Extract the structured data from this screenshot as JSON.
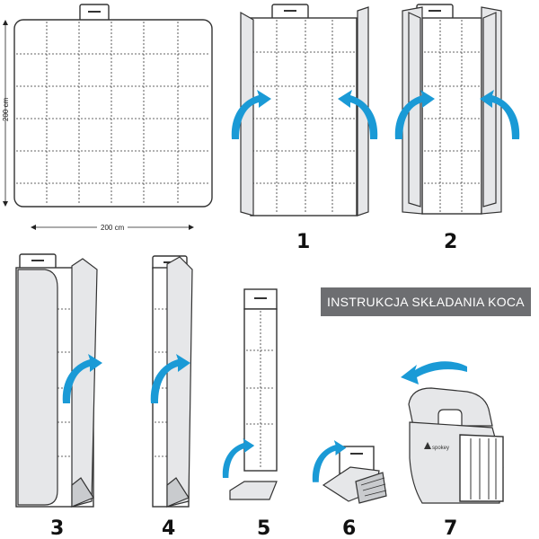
{
  "title": "INSTRUKCJA SKŁADANIA KOCA",
  "dimensions": {
    "width_label": "200 cm",
    "height_label": "200 cm"
  },
  "steps": [
    "1",
    "2",
    "3",
    "4",
    "5",
    "6",
    "7"
  ],
  "logo_text": "spokey",
  "colors": {
    "arrow": "#1a9ad6",
    "banner": "#6d6e71",
    "grey_fold": "#e6e7e9",
    "outline": "#333333"
  }
}
